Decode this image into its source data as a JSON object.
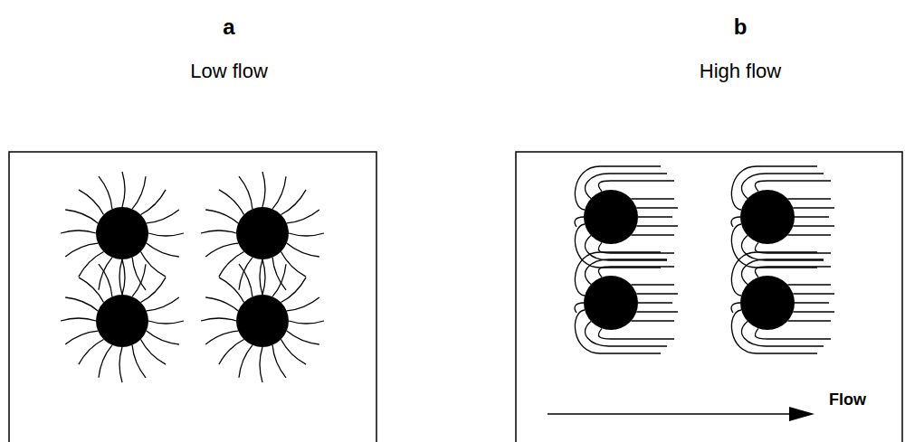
{
  "diagram": {
    "labels": [
      "a",
      "b",
      "Low flow",
      "High flow",
      "Flow"
    ]
  }
}
